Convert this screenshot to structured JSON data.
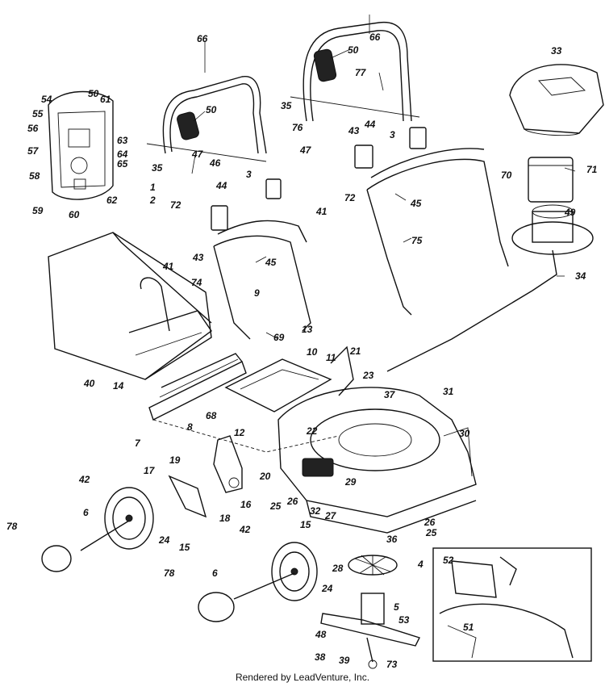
{
  "footer": "Rendered by LeadVenture, Inc.",
  "callouts": {
    "c1": "1",
    "c2": "2",
    "c3a": "3",
    "c3b": "3",
    "c4": "4",
    "c5": "5",
    "c6a": "6",
    "c6b": "6",
    "c7": "7",
    "c8": "8",
    "c9": "9",
    "c10": "10",
    "c11": "11",
    "c12": "12",
    "c13": "13",
    "c14": "14",
    "c15a": "15",
    "c15b": "15",
    "c16": "16",
    "c17": "17",
    "c18": "18",
    "c19": "19",
    "c20": "20",
    "c21": "21",
    "c22": "22",
    "c23": "23",
    "c24a": "24",
    "c24b": "24",
    "c25a": "25",
    "c25b": "25",
    "c26a": "26",
    "c26b": "26",
    "c27": "27",
    "c28": "28",
    "c29": "29",
    "c30": "30",
    "c31": "31",
    "c32": "32",
    "c33": "33",
    "c34": "34",
    "c35a": "35",
    "c35b": "35",
    "c36": "36",
    "c37": "37",
    "c38": "38",
    "c39": "39",
    "c40": "40",
    "c41a": "41",
    "c41b": "41",
    "c42a": "42",
    "c42b": "42",
    "c43a": "43",
    "c43b": "43",
    "c44a": "44",
    "c44b": "44",
    "c45a": "45",
    "c45b": "45",
    "c46": "46",
    "c47a": "47",
    "c47b": "47",
    "c48": "48",
    "c49": "49",
    "c50a": "50",
    "c50b": "50",
    "c50c": "50",
    "c51": "51",
    "c52": "52",
    "c53": "53",
    "c54": "54",
    "c55": "55",
    "c56": "56",
    "c57": "57",
    "c58": "58",
    "c59": "59",
    "c60": "60",
    "c61": "61",
    "c62": "62",
    "c63": "63",
    "c64": "64",
    "c65": "65",
    "c66a": "66",
    "c66b": "66",
    "c68": "68",
    "c69": "69",
    "c70": "70",
    "c71": "71",
    "c72a": "72",
    "c72b": "72",
    "c73": "73",
    "c74": "74",
    "c75": "75",
    "c76": "76",
    "c77": "77",
    "c78a": "78",
    "c78b": "78"
  }
}
